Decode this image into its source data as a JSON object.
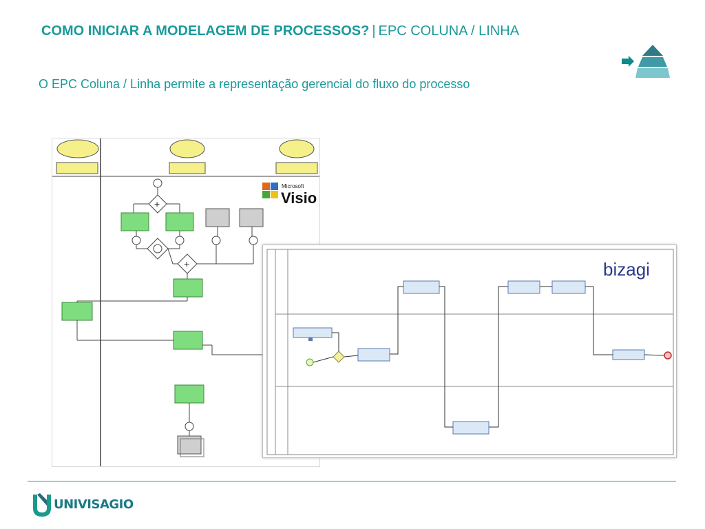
{
  "slide": {
    "title_bold": "COMO INICIAR A MODELAGEM DE PROCESSOS?",
    "title_separator": "|",
    "title_rest": "EPC COLUNA / LINHA",
    "subtitle": "O EPC Coluna / Linha permite a representação gerencial do fluxo do processo"
  },
  "visio_figure": {
    "logo_small": "Microsoft",
    "logo_big": "Visio"
  },
  "bizagi_figure": {
    "logo": "bizagi"
  },
  "footer": {
    "brand_name": "UNIVISAGIO"
  },
  "colors": {
    "accent": "#1a9a9a",
    "task_green": "#7fdc7f",
    "event_yellow": "#f5f08a",
    "bizagi_task": "#dbe8f6",
    "bizagi_brand": "#2a3a8c"
  }
}
